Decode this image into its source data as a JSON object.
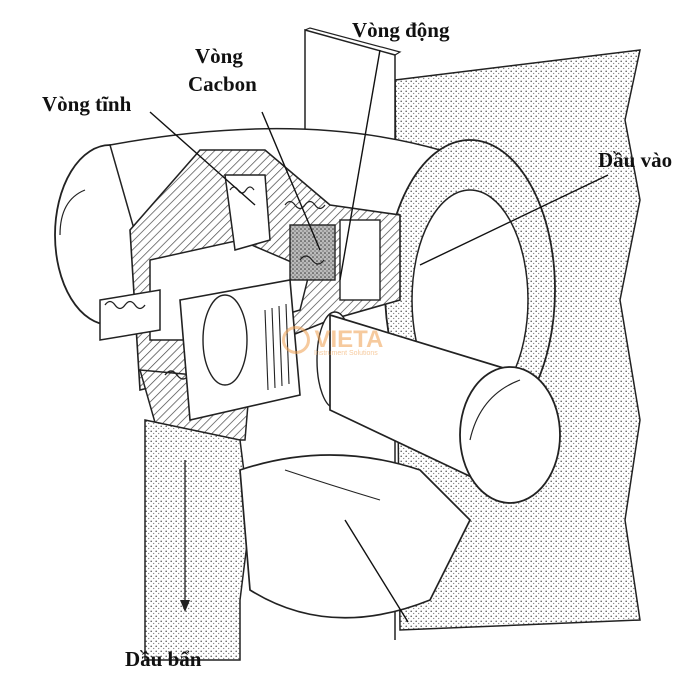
{
  "labels": {
    "vong_dong": "Vòng động",
    "vong_cacbon_line1": "Vòng",
    "vong_cacbon_line2": "Cacbon",
    "vong_tinh": "Vòng tĩnh",
    "dau_vao": "Dầu vào",
    "dau_ban": "Dầu bẩn"
  },
  "watermark": {
    "brand": "VIETA",
    "tagline": "Instrument Solutions",
    "color": "#f0a050"
  },
  "colors": {
    "ink": "#111111",
    "background": "#ffffff",
    "hatch": "#9a9a9a"
  }
}
